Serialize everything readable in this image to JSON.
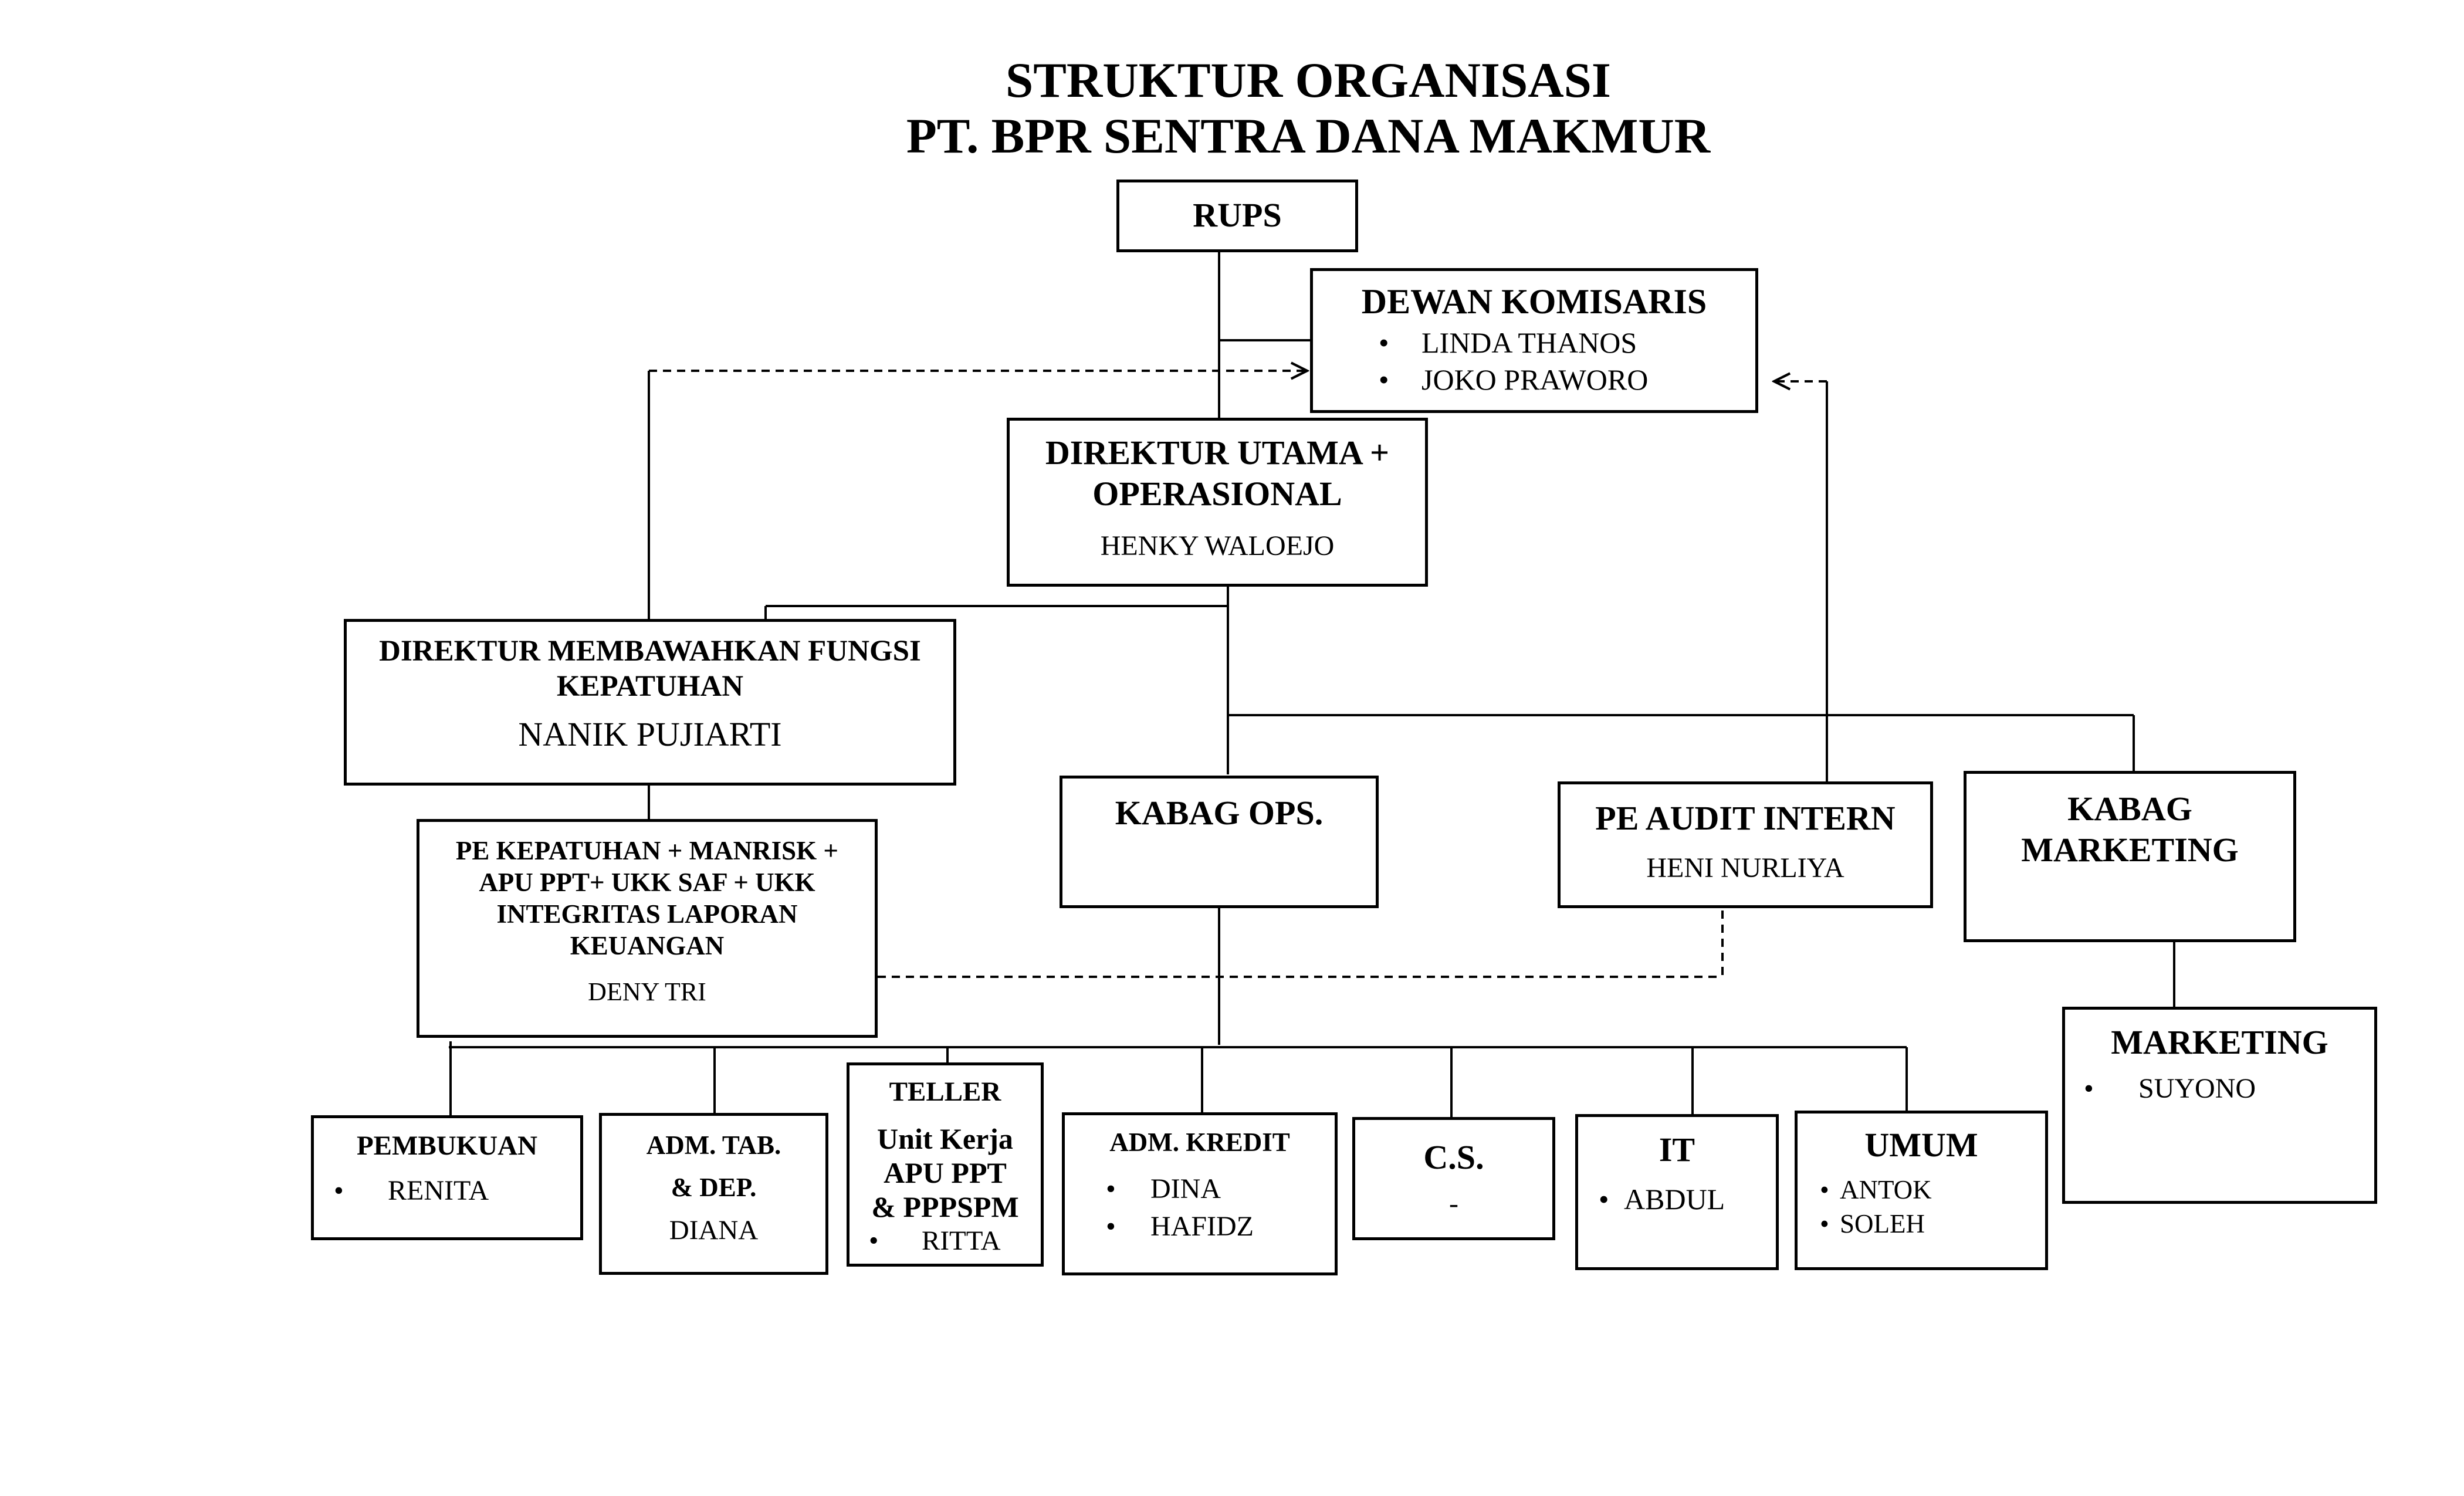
{
  "title": {
    "line1": "STRUKTUR  ORGANISASI",
    "line2": "PT. BPR SENTRA DANA MAKMUR"
  },
  "rups": {
    "label": "RUPS"
  },
  "dewan_komisaris": {
    "label": "DEWAN KOMISARIS",
    "members": [
      "LINDA THANOS",
      "JOKO PRAWORO"
    ]
  },
  "direktur_utama": {
    "label_line1": "DIREKTUR UTAMA +",
    "label_line2": "OPERASIONAL",
    "name": "HENKY WALOEJO"
  },
  "direktur_kepatuhan": {
    "label_line1": "DIREKTUR MEMBAWAHKAN FUNGSI",
    "label_line2": "KEPATUHAN",
    "name": "NANIK PUJIARTI"
  },
  "pe_kepatuhan": {
    "label_line1": "PE KEPATUHAN + MANRISK +",
    "label_line2": "APU PPT+ UKK SAF + UKK",
    "label_line3": "INTEGRITAS LAPORAN",
    "label_line4": "KEUANGAN",
    "name": "DENY TRI"
  },
  "kabag_ops": {
    "label": "KABAG OPS."
  },
  "pe_audit_intern": {
    "label": "PE AUDIT INTERN",
    "name": "HENI NURLIYA"
  },
  "kabag_marketing": {
    "label_line1": "KABAG",
    "label_line2": "MARKETING"
  },
  "marketing": {
    "label": "MARKETING",
    "members": [
      "SUYONO"
    ]
  },
  "pembukuan": {
    "label": "PEMBUKUAN",
    "members": [
      "RENITA"
    ]
  },
  "adm_tab": {
    "label_line1": "ADM. TAB.",
    "label_line2": "& DEP.",
    "name": "DIANA"
  },
  "teller": {
    "label": "TELLER",
    "sub_line1": "Unit Kerja",
    "sub_line2": "APU PPT",
    "sub_line3": "& PPPSPM",
    "members": [
      "RITTA"
    ]
  },
  "adm_kredit": {
    "label": "ADM. KREDIT",
    "members": [
      "DINA",
      "HAFIDZ"
    ]
  },
  "cs": {
    "label": "C.S.",
    "name": "-"
  },
  "it": {
    "label": "IT",
    "members": [
      "ABDUL"
    ]
  },
  "umum": {
    "label": "UMUM",
    "members": [
      "ANTOK",
      "SOLEH"
    ]
  }
}
